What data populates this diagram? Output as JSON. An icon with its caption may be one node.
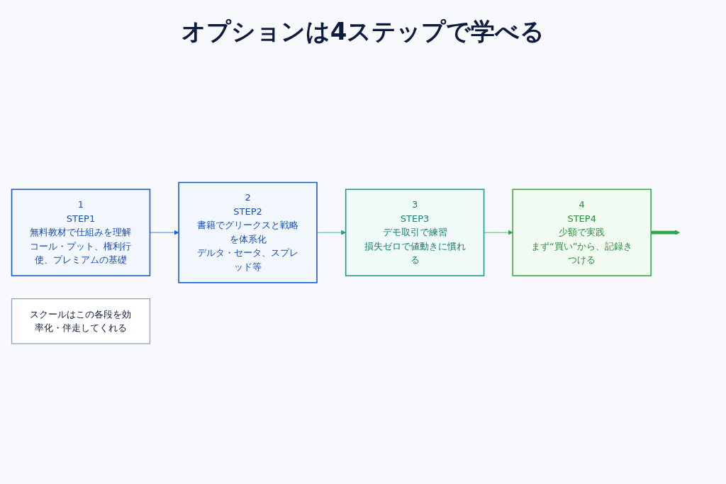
{
  "diagram": {
    "title": "オプションは4ステップで学べる",
    "nodes": [
      {
        "text": [
          "1",
          "STEP1",
          "無料教材で仕組みを理解",
          "コール・プット、権利行使、プレミアムの基礎"
        ]
      },
      {
        "text": [
          "2",
          "STEP2",
          "書籍でグリークスと戦略を体系化",
          "デルタ・セータ、スプレッド等"
        ]
      },
      {
        "text": [
          "3",
          "STEP3",
          "デモ取引で練習",
          "損失ゼロで値動きに慣れる"
        ]
      },
      {
        "text": [
          "4",
          "STEP4",
          "少額で実践",
          "まず“買い”から、記録きつける"
        ]
      },
      {
        "text": [
          "スクールはこの各段を効率化・伴走してくれる"
        ]
      }
    ],
    "edges": [
      {
        "from": 0,
        "to": 1,
        "arrow": "to",
        "color": "#1a5fd0"
      },
      {
        "from": 1,
        "to": 2,
        "arrow": "to",
        "color": "#1f9e8a"
      },
      {
        "from": 2,
        "to": 3,
        "arrow": "to",
        "color": "#2ea84a"
      },
      {
        "from": 3,
        "to": null,
        "arrow": "to",
        "style": "thick",
        "color": "#2ea84a"
      }
    ]
  }
}
